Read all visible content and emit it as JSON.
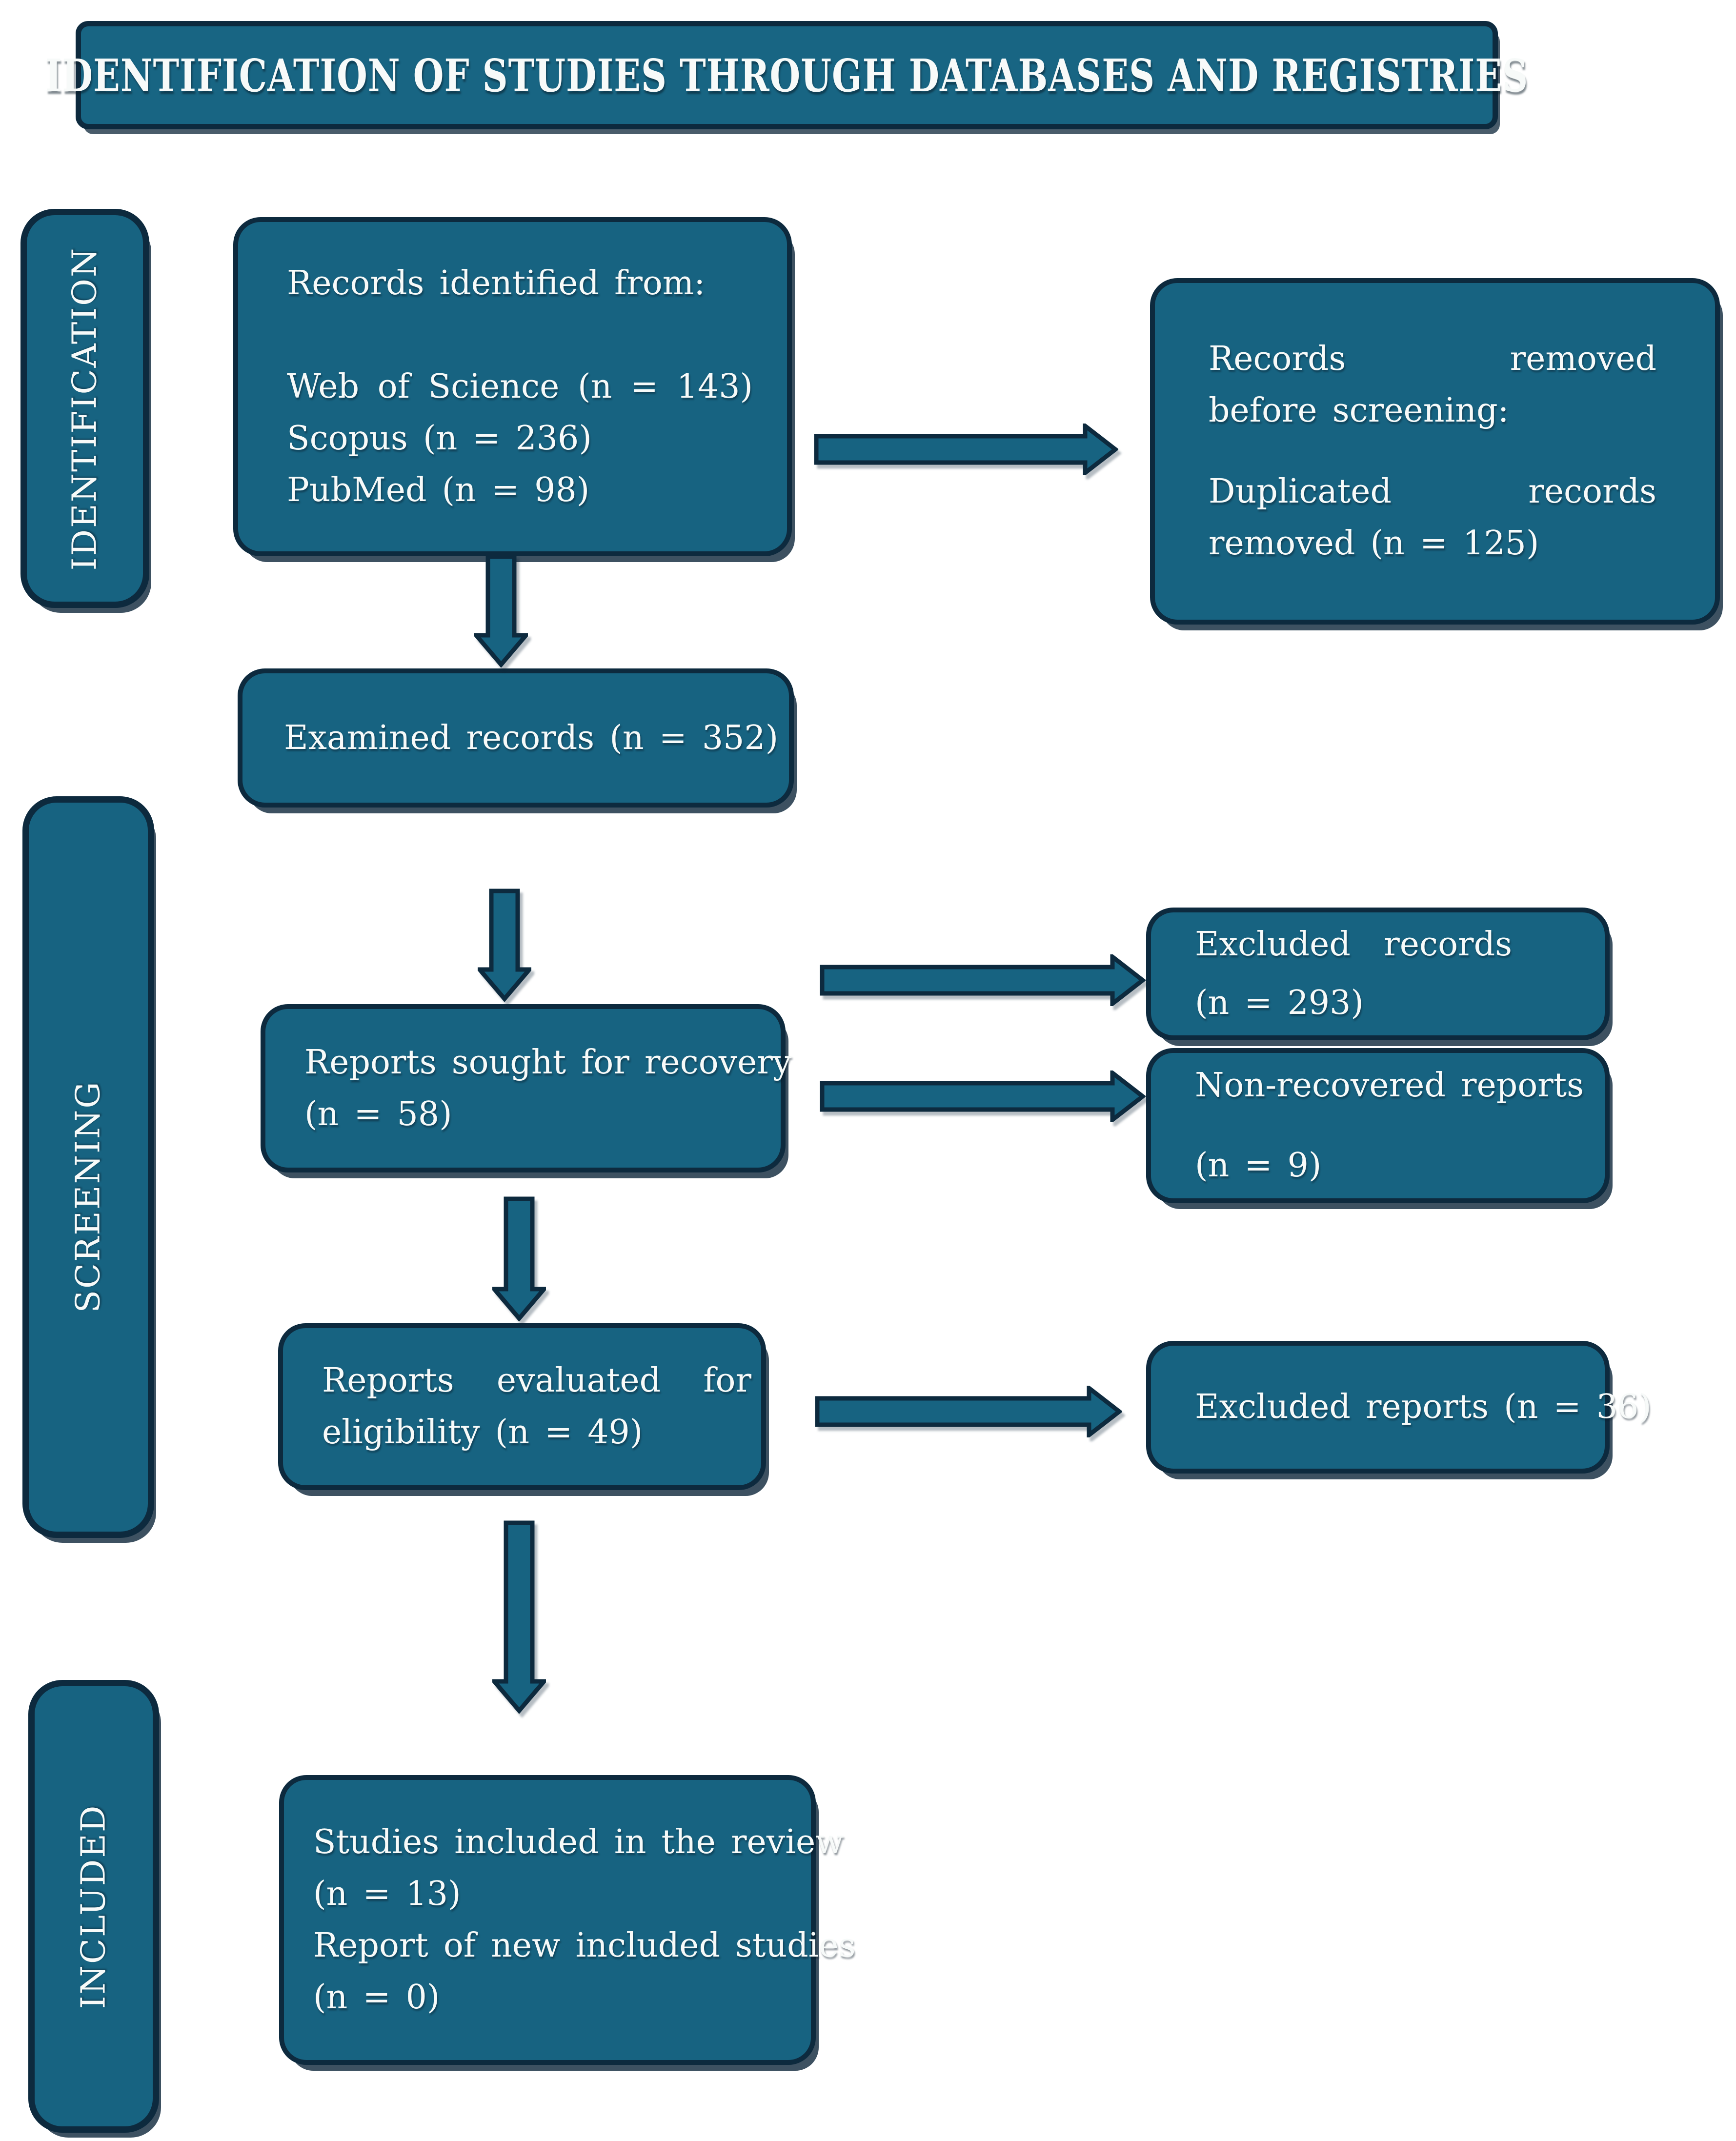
{
  "banner": {
    "title": "IDENTIFICATION OF STUDIES THROUGH DATABASES AND REGISTRIES"
  },
  "stage_labels": {
    "identification": "IDENTIFICATION",
    "screening": "SCREENING",
    "included": "INCLUDED"
  },
  "boxes": {
    "records_identified": {
      "lines": [
        "Records identified from:",
        "",
        "Web of Science (n = 143)",
        "Scopus (n = 236)",
        "PubMed (n = 98)"
      ]
    },
    "records_removed": {
      "lines": [
        "Records removed",
        "before screening:",
        "",
        "Duplicated records",
        "removed (n = 125)"
      ]
    },
    "examined_records": {
      "lines": [
        "Examined records (n = 352)"
      ]
    },
    "reports_sought": {
      "lines": [
        "Reports sought for recovery",
        "(n = 58)"
      ]
    },
    "excluded_records": {
      "lines": [
        "Excluded records",
        "(n = 293)"
      ]
    },
    "non_recovered_reports": {
      "lines": [
        "Non-recovered reports",
        "",
        "(n = 9)"
      ]
    },
    "reports_evaluated": {
      "lines": [
        "Reports evaluated for",
        "eligibility (n = 49)"
      ]
    },
    "excluded_reports": {
      "lines": [
        "Excluded reports (n = 36)"
      ]
    },
    "studies_included": {
      "lines": [
        "Studies included in the review",
        "(n = 13)",
        "Report of new included studies",
        "(n = 0)"
      ]
    }
  },
  "colors": {
    "box_fill": "#176381",
    "box_border": "#0d2a3e",
    "text": "#f7faf9",
    "background": "#ffffff"
  }
}
